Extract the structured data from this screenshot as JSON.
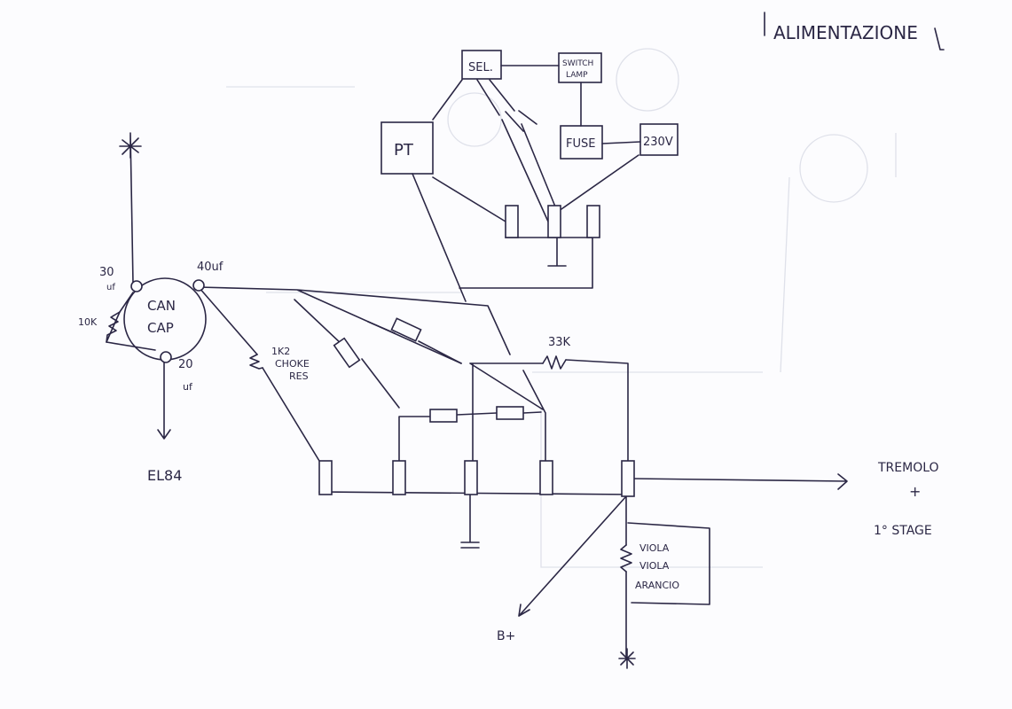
{
  "title": "ALIMENTAZIONE",
  "blocks": {
    "selector": "SEL.",
    "switch_lamp": [
      "SWITCH",
      "LAMP"
    ],
    "power_transformer": "PT",
    "fuse": "FUSE",
    "mains": "230V"
  },
  "can_cap": {
    "label": [
      "CAN",
      "CAP"
    ],
    "tap_30": [
      "30",
      "uf"
    ],
    "tap_40": "40uf",
    "tap_20": [
      "20",
      "uf"
    ],
    "resistor": "10K"
  },
  "choke_res": [
    "1K2",
    "CHOKE",
    "RES"
  ],
  "resistor_33k": "33K",
  "el84": "EL84",
  "output_to": [
    "TREMOLO",
    "+",
    "1° STAGE"
  ],
  "color_code": [
    "VIOLA",
    "VIOLA",
    "ARANCIO"
  ],
  "b_plus": "B+",
  "colors": {
    "ink": "#2b2745",
    "paper": "#fcfcfe"
  }
}
